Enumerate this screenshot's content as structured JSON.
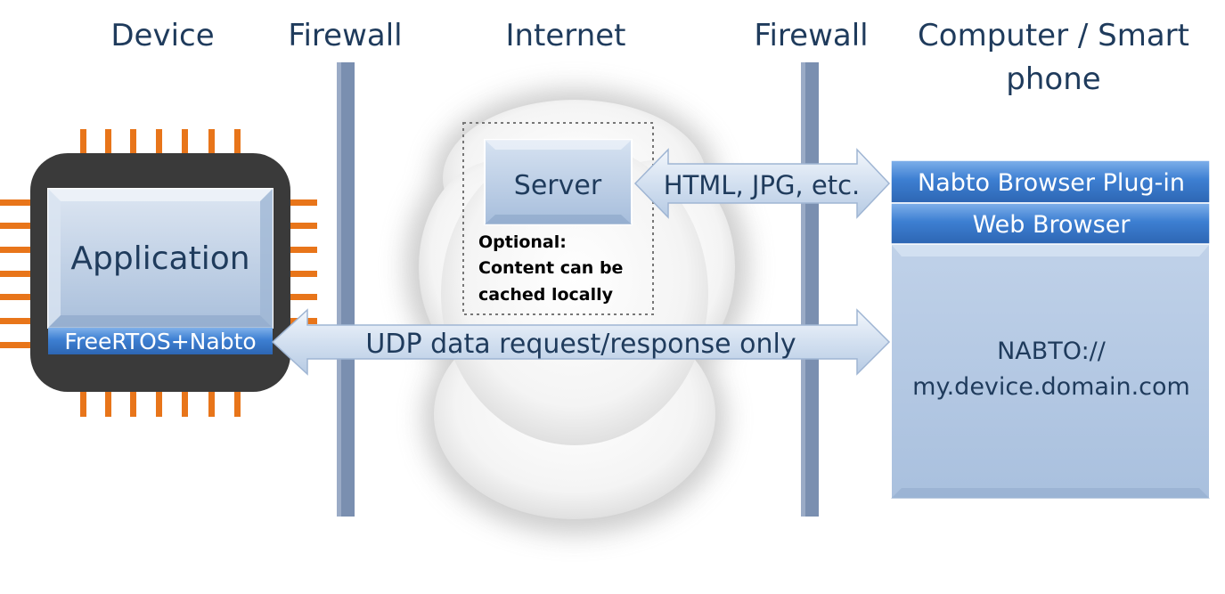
{
  "columns": {
    "device": "Device",
    "firewall_left": "Firewall",
    "internet": "Internet",
    "firewall_right": "Firewall",
    "client_line1": "Computer / Smart",
    "client_line2": "phone"
  },
  "device": {
    "application_label": "Application",
    "stack_label": "FreeRTOS+Nabto"
  },
  "server": {
    "label": "Server",
    "note_line1": "Optional:",
    "note_line2": "Content can be",
    "note_line3": "cached locally"
  },
  "arrows": {
    "html_label": "HTML, JPG, etc.",
    "udp_label": "UDP data request/response only"
  },
  "client": {
    "plugin_label": "Nabto Browser Plug-in",
    "browser_label": "Web Browser",
    "url_line1": "NABTO://",
    "url_line2": "my.device.domain.com"
  },
  "colors": {
    "heading": "#1f3b5c",
    "chip_body": "#3a3a3a",
    "chip_pins": "#e8751a",
    "firewall": "#7a8fb0",
    "panel_blue": "#b8cce4",
    "bar_blue": "#3f7fd0"
  }
}
